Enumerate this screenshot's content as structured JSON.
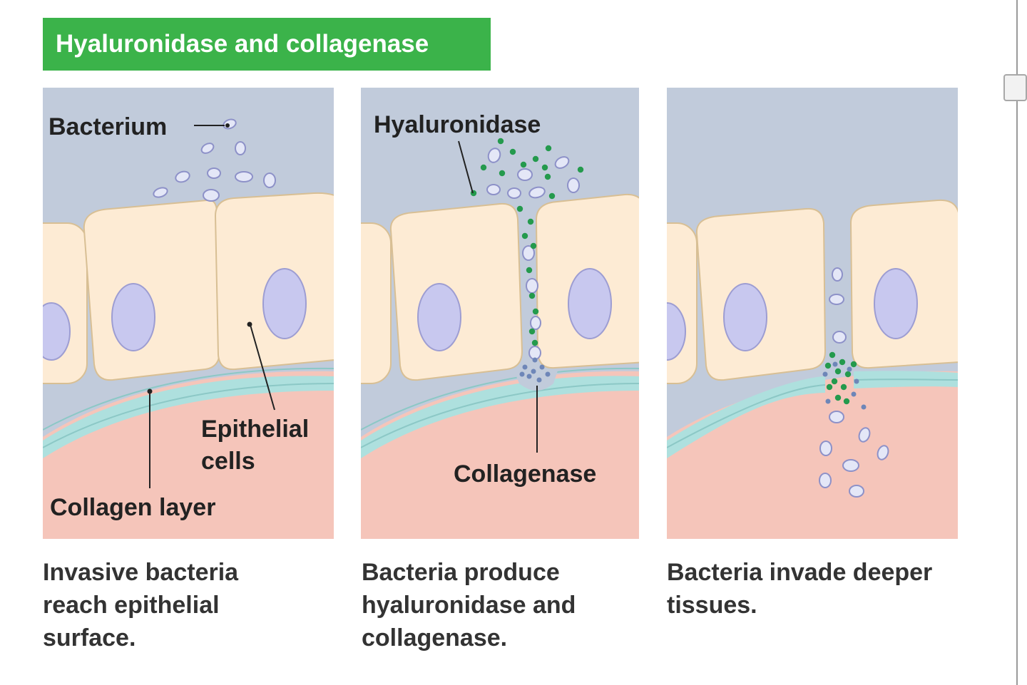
{
  "header": {
    "title": "Hyaluronidase and collagenase",
    "color": "#3bb34a"
  },
  "colors": {
    "fluid": "#c1cbdb",
    "cell": "#fdebd4",
    "cell_outline": "#d8bf94",
    "nucleus": "#c8c8ef",
    "nucleus_outline": "#9d9dd2",
    "collagen": "#aee0de",
    "connective_tissue": "#f5c5ba",
    "bacterium": "#e4e7f7",
    "bacterium_outline": "#8d91c8",
    "hyaluronidase": "#249a4d",
    "collagenase": "#6e86b8"
  },
  "panels": [
    {
      "labels": {
        "bacterium": "Bacterium",
        "epithelial_line1": "Epithelial",
        "epithelial_line2": "cells",
        "collagen": "Collagen layer"
      },
      "caption": [
        "Invasive bacteria",
        "reach epithelial",
        "surface."
      ]
    },
    {
      "labels": {
        "hyaluronidase": "Hyaluronidase",
        "collagenase": "Collagenase"
      },
      "caption": [
        "Bacteria produce",
        "hyaluronidase and",
        "collagenase."
      ]
    },
    {
      "labels": {},
      "caption": [
        "Bacteria invade deeper",
        "tissues."
      ]
    }
  ],
  "scrollbar": {
    "icon": "scrollbar-thumb"
  }
}
